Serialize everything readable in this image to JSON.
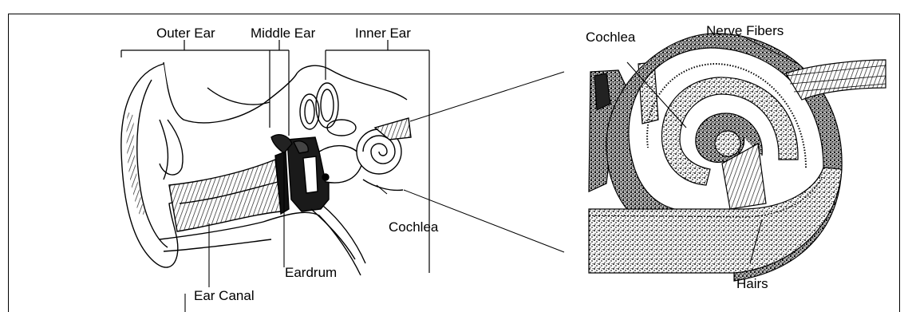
{
  "left_panel": {
    "labels": {
      "outer_ear": "Outer Ear",
      "middle_ear": "Middle Ear",
      "inner_ear": "Inner Ear",
      "cochlea": "Cochlea",
      "eardrum": "Eardrum",
      "ear_canal": "Ear Canal"
    }
  },
  "right_panel": {
    "labels": {
      "cochlea": "Cochlea",
      "nerve_fibers": "Nerve Fibers",
      "hairs": "Hairs"
    }
  },
  "colors": {
    "line": "#000000",
    "fill_dark": "#1a1a1a",
    "fill_mid": "#6a6a6a",
    "background": "#ffffff"
  }
}
